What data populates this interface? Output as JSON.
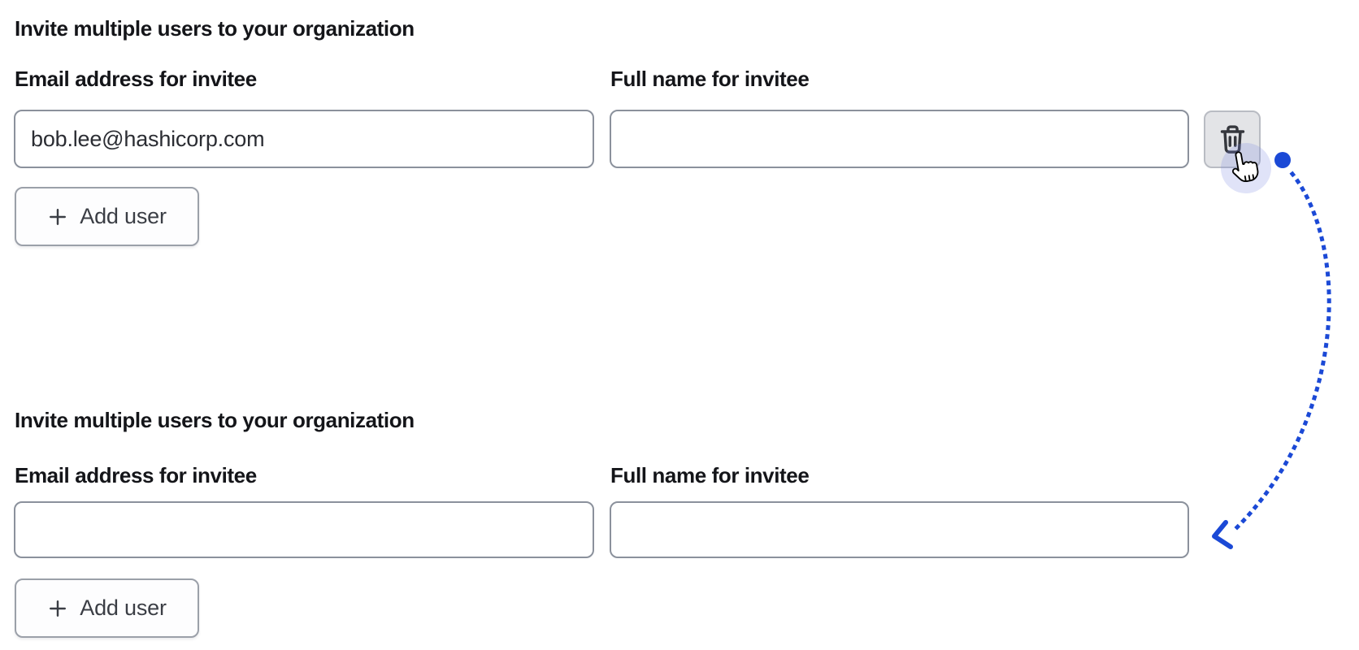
{
  "colors": {
    "accent_blue": "#1b49d6",
    "heading_text": "#141519",
    "input_text": "#2b2d33",
    "button_text": "#3b3e45",
    "input_border": "#8b919c",
    "button_border": "#9ba0a9",
    "button_bg": "#fdfdfe",
    "trash_button_bg": "#e3e4e7",
    "trash_button_border": "#b9bcc3",
    "halo": "rgba(126,138,224,0.24)"
  },
  "sections": [
    {
      "heading": "Invite multiple users to your organization",
      "email_field": {
        "label": "Email address for invitee",
        "value": "bob.lee@hashicorp.com"
      },
      "name_field": {
        "label": "Full name for invitee",
        "value": ""
      },
      "add_user_button": {
        "label": "Add user",
        "icon": "plus-icon"
      },
      "delete_button": {
        "icon": "trash-icon"
      }
    },
    {
      "heading": "Invite multiple users to your organization",
      "email_field": {
        "label": "Email address for invitee",
        "value": ""
      },
      "name_field": {
        "label": "Full name for invitee",
        "value": ""
      },
      "add_user_button": {
        "label": "Add user",
        "icon": "plus-icon"
      }
    }
  ],
  "annotation": {
    "cursor": "hand-pointer",
    "arrow_style": "dotted-curve",
    "arrow_color": "#1b49d6"
  }
}
